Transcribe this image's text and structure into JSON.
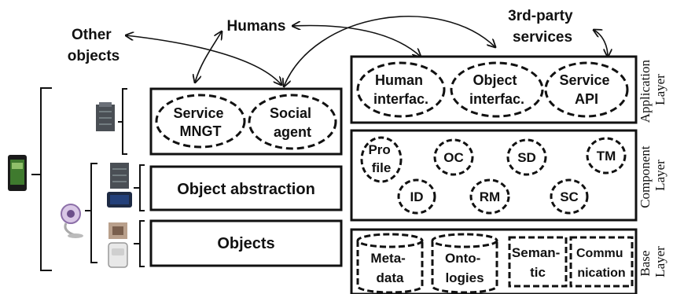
{
  "actors": {
    "other_objects": [
      "Other",
      "objects"
    ],
    "humans": "Humans",
    "third_party": [
      "3rd-party",
      "services"
    ]
  },
  "left_boxes": {
    "top": {
      "nodes": [
        [
          "Service",
          "MNGT"
        ],
        [
          "Social",
          "agent"
        ]
      ]
    },
    "abstraction": "Object abstraction",
    "objects": "Objects"
  },
  "layers": {
    "application": {
      "label": [
        "Application",
        "Layer"
      ],
      "nodes": [
        [
          "Human",
          "interfac."
        ],
        [
          "Object",
          "interfac."
        ],
        [
          "Service",
          "API"
        ]
      ]
    },
    "component": {
      "label": [
        "Component",
        "Layer"
      ],
      "nodes": [
        [
          "Pro",
          "file"
        ],
        [
          "OC"
        ],
        [
          "SD"
        ],
        [
          "TM"
        ],
        [
          "ID"
        ],
        [
          "RM"
        ],
        [
          "SC"
        ]
      ]
    },
    "base": {
      "label": [
        "Base",
        "Layer"
      ],
      "stores": [
        [
          "Meta-",
          "data"
        ],
        [
          "Onto-",
          "logies"
        ]
      ],
      "modules": [
        [
          "Seman-",
          "tic"
        ],
        [
          "Commu",
          "nication"
        ]
      ]
    }
  },
  "device_icons": [
    "smartphone-icon",
    "server-icon",
    "server-icon",
    "gateway-icon",
    "webcam-icon",
    "chip-icon",
    "sensor-icon"
  ]
}
